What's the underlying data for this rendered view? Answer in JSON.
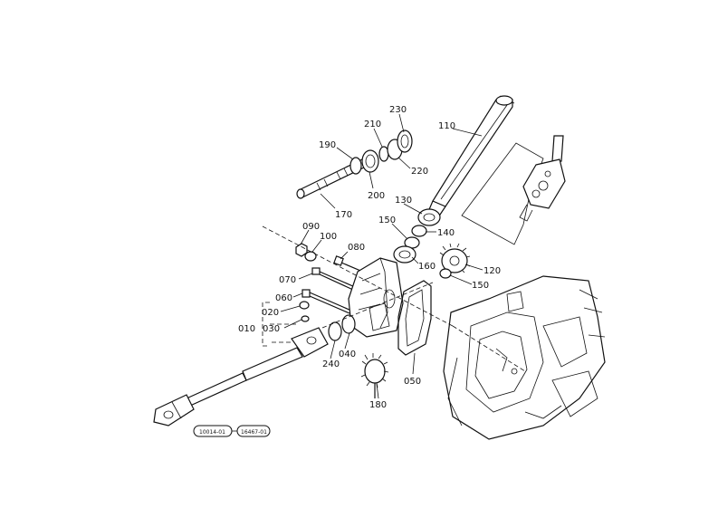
{
  "labels": {
    "p230": "230",
    "p210": "210",
    "p110": "110",
    "p190": "190",
    "p220": "220",
    "p200": "200",
    "p170": "170",
    "p130": "130",
    "p150a": "150",
    "p140": "140",
    "p090": "090",
    "p100": "100",
    "p080": "080",
    "p160": "160",
    "p120": "120",
    "p150b": "150",
    "p070": "070",
    "p060": "060",
    "p020": "020",
    "p010": "010",
    "p030": "030",
    "p040": "040",
    "p240": "240",
    "p050": "050",
    "p180": "180"
  },
  "refs": {
    "ref1": "10014-01",
    "ref2": "16467-01"
  }
}
